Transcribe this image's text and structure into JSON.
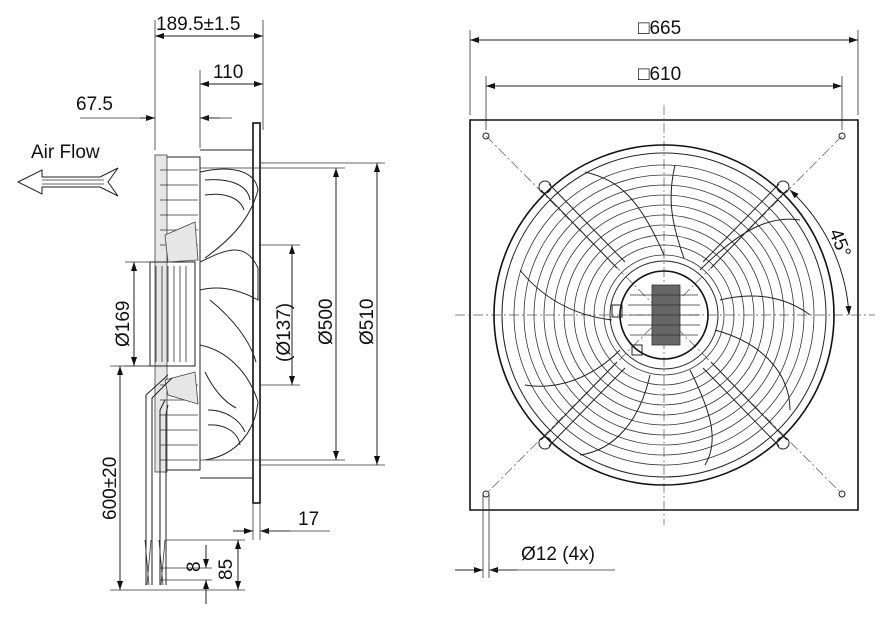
{
  "labels": {
    "air_flow": "Air Flow",
    "overall_depth": "189.5±1.5",
    "motor_depth": "110",
    "front_offset": "67.5",
    "hub_diameter": "Ø169",
    "inner_diameter": "(Ø137)",
    "impeller_diameter": "Ø500",
    "ring_diameter": "Ø510",
    "cable_length": "600±20",
    "strip_length": "8",
    "sleeve_length": "85",
    "plate_offset": "17",
    "plate_size": "□665",
    "hole_spacing": "□610",
    "angle": "45°",
    "mount_holes": "Ø12 (4x)"
  }
}
